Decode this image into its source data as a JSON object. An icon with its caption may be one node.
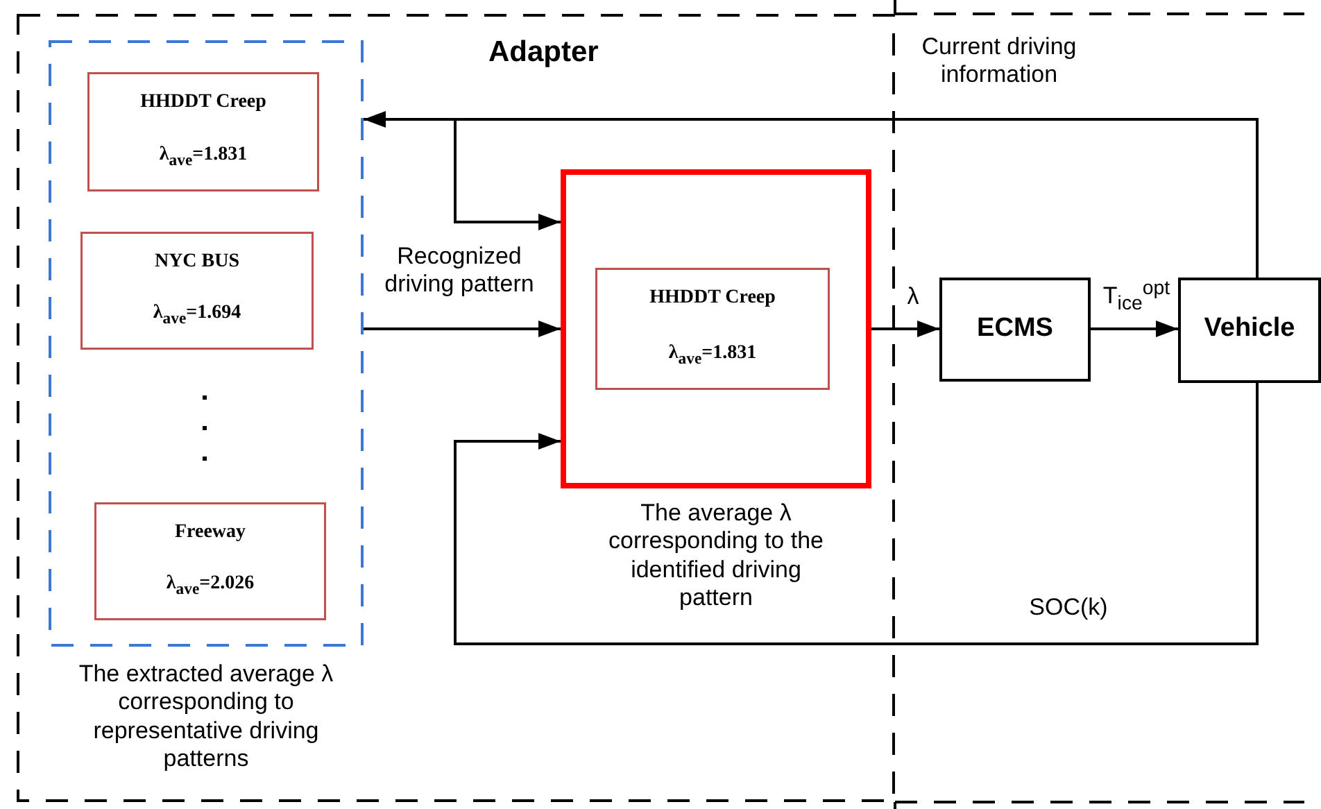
{
  "diagram": {
    "nodes": [
      {
        "text": [
          "Adapter"
        ]
      },
      {
        "text": [
          "The extracted average λ corresponding to representative driving patterns"
        ],
        "in": 0
      },
      {
        "text": [
          "HHDDT Creep",
          "λ$_{ave}$=1.831"
        ],
        "in": 1
      },
      {
        "text": [
          "NYC BUS",
          "λ$_{ave}$=1.694"
        ],
        "in": 1
      },
      {
        "text": [
          "Freeway",
          "λ$_{ave}$=2.026"
        ],
        "in": 1
      },
      {
        "text": [],
        "shape": "box",
        "in": 0,
        "beside": [
          "The average λ corresponding to the identified driving pattern"
        ]
      },
      {
        "text": [
          "HHDDT Creep",
          "λ$_{ave}$=1.831"
        ],
        "in": 5
      },
      {
        "text": [
          "ECMS"
        ]
      },
      {
        "text": [
          "Vehicle"
        ]
      }
    ],
    "edges": [
      {
        "from": 8,
        "to": 1,
        "arrow": "to",
        "label": "Current driving information"
      },
      {
        "from": 8,
        "to": 5,
        "arrow": "to"
      },
      {
        "from": 1,
        "to": 5,
        "arrow": "to",
        "label": "Recognized driving pattern"
      },
      {
        "from": 5,
        "to": 7,
        "arrow": "to",
        "label": "λ"
      },
      {
        "from": 7,
        "to": 8,
        "arrow": "to",
        "label": "T$_{ice}$$^{opt}$"
      },
      {
        "from": 8,
        "to": 5,
        "arrow": "to",
        "label": "SOC(k)"
      }
    ]
  }
}
